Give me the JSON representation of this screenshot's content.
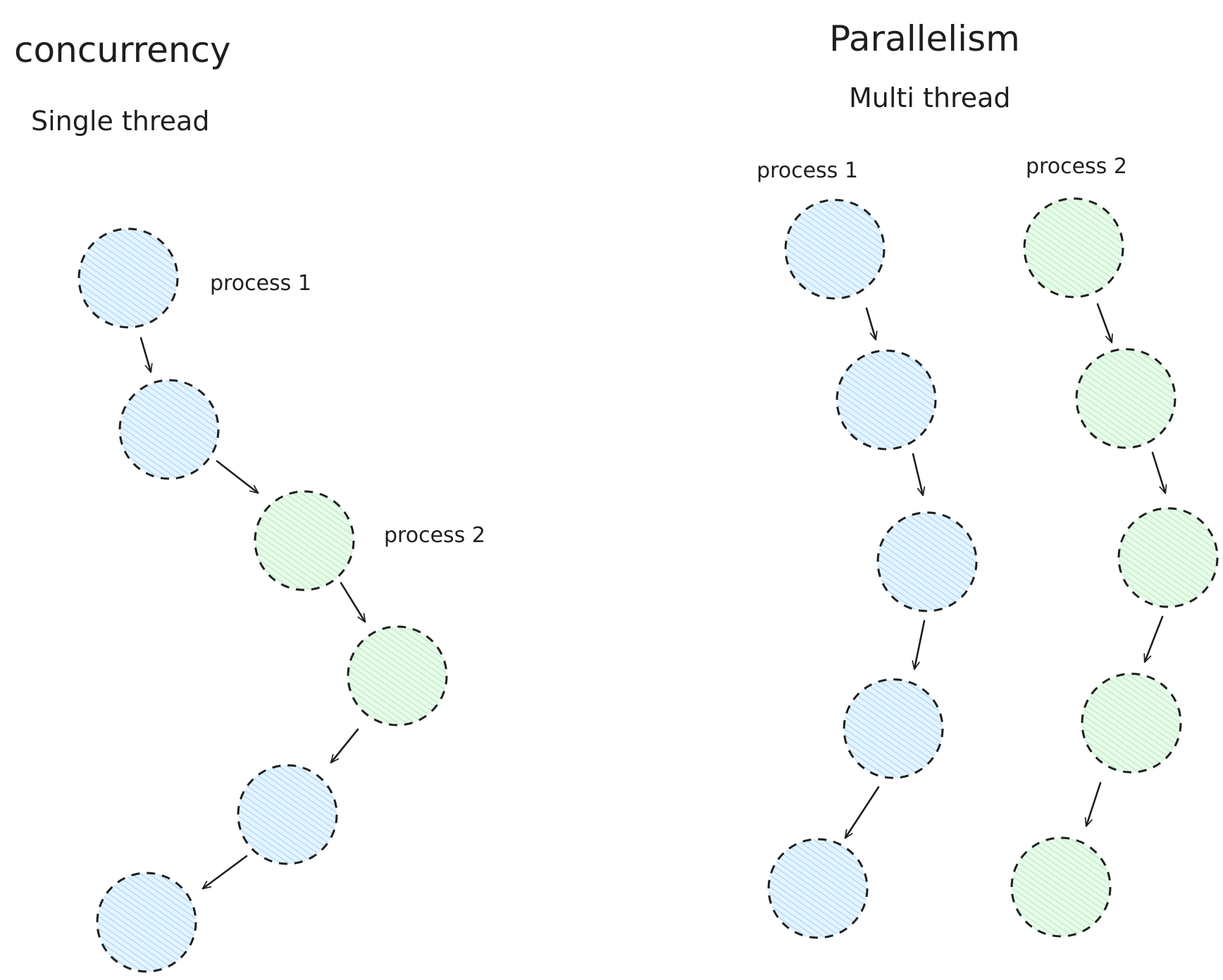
{
  "concurrency": {
    "title": "concurrency",
    "subtitle": "Single thread",
    "process1_label": "process 1",
    "process2_label": "process 2"
  },
  "parallelism": {
    "title": "Parallelism",
    "subtitle": "Multi thread",
    "process1_label": "process 1",
    "process2_label": "process 2"
  },
  "colors": {
    "process1": "#a5d8ff",
    "process2": "#b2f2bb",
    "stroke": "#1e1e1e"
  }
}
